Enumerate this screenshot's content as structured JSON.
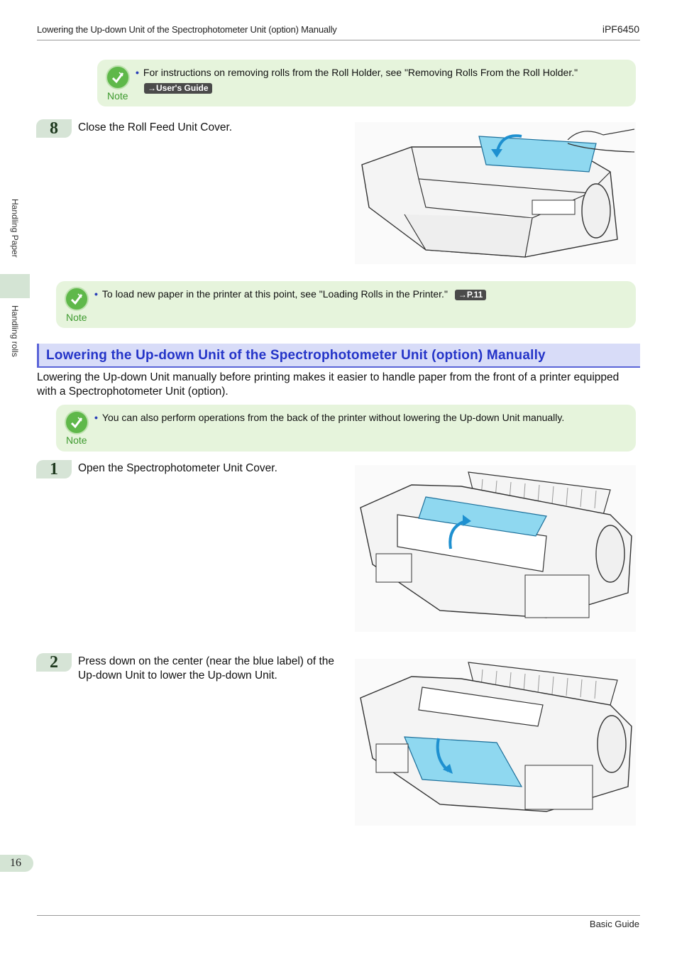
{
  "header": {
    "title": "Lowering the Up-down Unit of the Spectrophotometer Unit (option) Manually",
    "model": "iPF6450"
  },
  "side_tabs": [
    "Handling Paper",
    "Handling rolls"
  ],
  "notes": [
    {
      "label": "Note",
      "text": "For instructions on removing rolls from the Roll Holder, see \"Removing Rolls From the Roll Holder.\"",
      "ref": "→User's Guide"
    },
    {
      "label": "Note",
      "text": "To load new paper in the printer at this point, see \"Loading Rolls in the Printer.\"",
      "ref": "→P.11"
    },
    {
      "label": "Note",
      "text": "You can also perform operations from the back of the printer without lowering the Up-down Unit manually.",
      "ref": ""
    }
  ],
  "steps": [
    {
      "number": "8",
      "text": "Close the Roll Feed Unit Cover."
    },
    {
      "number": "1",
      "text": "Open the Spectrophotometer Unit Cover."
    },
    {
      "number": "2",
      "text": "Press down on the center (near the blue label) of the Up-down Unit to lower the Up-down Unit."
    }
  ],
  "section": {
    "title": "Lowering the Up-down Unit of the Spectrophotometer Unit (option) Manually",
    "intro": "Lowering the Up-down Unit manually before printing makes it easier to handle paper from the front of a printer equipped with a Spectrophotometer Unit (option)."
  },
  "footer": {
    "page_number": "16",
    "guide_name": "Basic Guide"
  },
  "colors": {
    "note_bg": "#e6f4dc",
    "note_icon": "#5fb84a",
    "section_bg": "#d8dcf8",
    "section_text": "#2434c8",
    "highlight_blue": "#8fd8f0"
  }
}
